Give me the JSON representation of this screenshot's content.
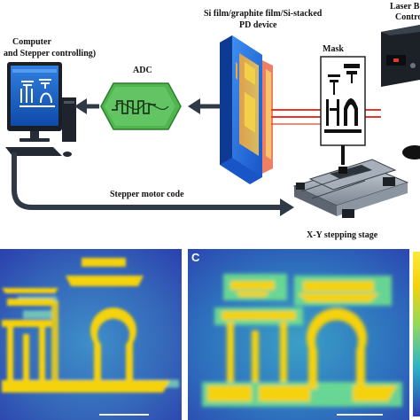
{
  "labels": {
    "computer_line1": "Computer",
    "computer_line2": "and Stepper controlling)",
    "adc": "ADC",
    "device_line1": "Si film/graphite film/Si-stacked",
    "device_line2": "PD device",
    "mask": "Mask",
    "laser_line1": "Laser B",
    "laser_line2": "Contro",
    "stepper_code": "Stepper motor code",
    "stage": "X-Y stepping stage"
  },
  "panels": {
    "right_panel_letter": "C"
  },
  "colors": {
    "arrow": "#2f3a46",
    "adc_green": "#4fb54f",
    "laser_beam": "#e23a2a",
    "map_low": "#2b3fae",
    "map_high": "#f4d20e"
  }
}
